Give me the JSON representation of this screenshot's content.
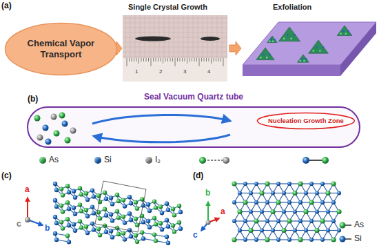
{
  "diagram": {
    "nodes": [
      {
        "text": [
          "Chemical Vapor Transport"
        ]
      },
      {
        "text": [
          "Seal Vacuum Quartz tube"
        ]
      },
      {
        "text": [
          "Nucleation Growth Zone"
        ],
        "in": 1
      }
    ],
    "labels": [
      "(a)",
      "Single Crystal Growth",
      "1",
      "2",
      "3",
      "4",
      "Exfoliation",
      "(b)",
      "(c)",
      "a",
      "b",
      "c",
      "(d)",
      "b",
      "a",
      "c"
    ],
    "legend": [
      {
        "text": "As",
        "color": "#2fb14a"
      },
      {
        "text": "Si",
        "color": "#1b63b8"
      },
      {
        "text": "I₂",
        "color": "#8c8c8c"
      },
      {
        "text": "As"
      },
      {
        "text": "Si"
      }
    ]
  }
}
